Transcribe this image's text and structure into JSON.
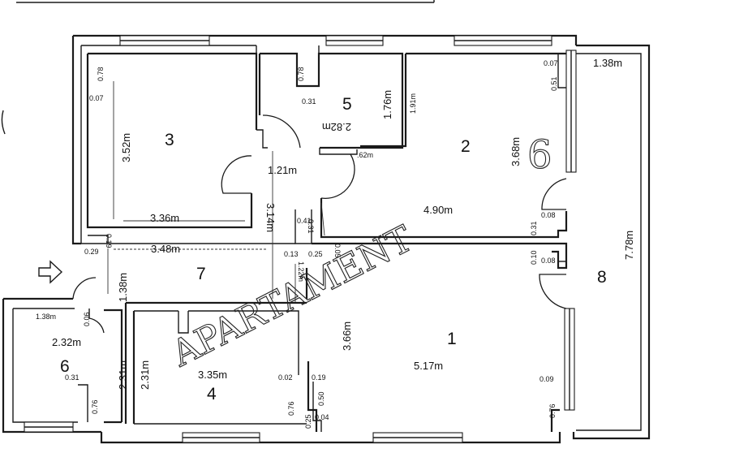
{
  "rooms": {
    "r1": "1",
    "r2": "2",
    "r3": "3",
    "r4": "4",
    "r5": "5",
    "r6": "6",
    "r7": "7",
    "r8": "8"
  },
  "stamp": {
    "apartment_word": "APARTAMENT",
    "apartment_number": "6"
  },
  "dimensions": {
    "r3_height": "3.52m",
    "r3_width": "3.36m",
    "r3_078": "0.78",
    "r3_007": "0.07",
    "r5_height": "1.76m",
    "r5_width": "2.82m",
    "r5_078": "0.78",
    "r5_031": "0.31",
    "r5_062": ".62m",
    "r5_191": "1.91m",
    "r2_width": "4.90m",
    "r2_height": "3.68m",
    "r2_007": "0.07",
    "r2_051": "0.51",
    "r2_041": "0.41",
    "r2_031": "0.31",
    "r2_031b": "0.31",
    "r2_008": "0.08",
    "r8_width": "1.38m",
    "r8_height": "7.78m",
    "hall_121": "1.21m",
    "hall_314": "3.14m",
    "hall_348": "3.48m",
    "hall_138": "1.38m",
    "hall_029": "0.29",
    "hall_019": "0.19",
    "hall_013": "0.13",
    "hall_025": "0.25",
    "hall_005": "0.05",
    "hall_122": "1.22m",
    "r1_width": "5.17m",
    "r1_height": "3.66m",
    "r1_010": "0.10",
    "r1_008": "0.08",
    "r1_009": "0.09",
    "r1_076": "0.76",
    "r1_019": "0.19",
    "r1_050": "0.50",
    "r1_025": "0.25",
    "r1_004": "0.04",
    "r4_width": "3.35m",
    "r4_height": "2.31m",
    "r4_002": "0.02",
    "r4_076": "0.76",
    "r6_width": "2.32m",
    "r6_height": "2.31m",
    "r6_138": "1.38m",
    "r6_006": "0.06",
    "r6_031": "0.31",
    "r6_076": "0.76"
  }
}
